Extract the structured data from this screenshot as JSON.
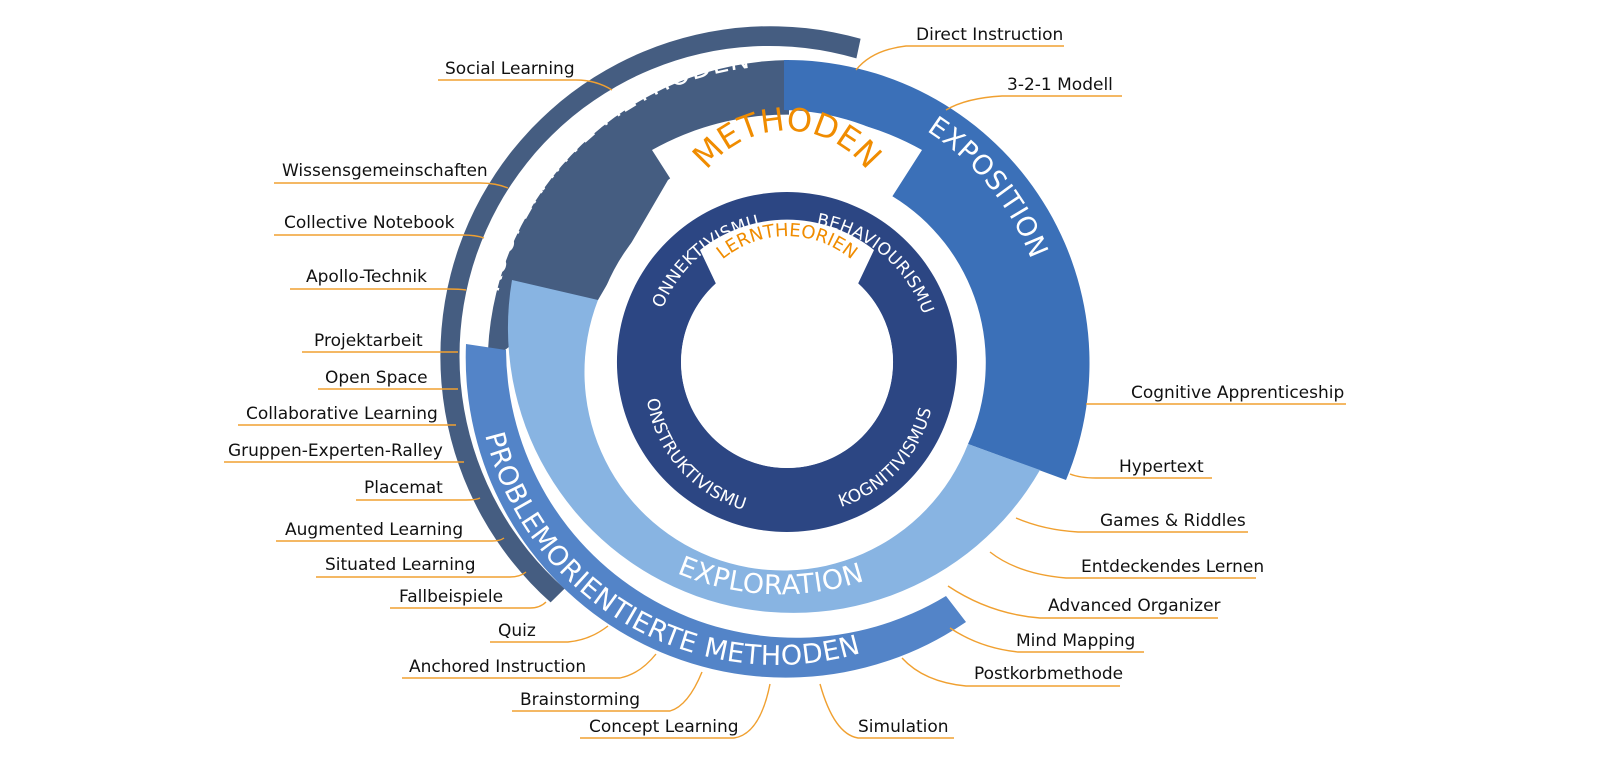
{
  "colors": {
    "kooperativ": "#455d81",
    "exposition": "#3b70b8",
    "problem": "#5384c8",
    "exploration": "#88b4e2",
    "theorien": "#2c4683",
    "accent": "#f08c00",
    "leader": "#f0a030"
  },
  "center": {
    "methoden_title": "METHODEN",
    "lerntheorien_title": "LERNTHEORIEN"
  },
  "theories": {
    "konnektivismus": "KONNEKTIVISMUS",
    "behaviourismus": "BEHAVIOURISMUS",
    "konstruktivismus": "KONSTRUKTIVISMUS",
    "kognitivismus": "KOGNITIVISMUS"
  },
  "segments": {
    "kooperativ": "KOOPERATIVE METHODEN",
    "exposition": "EXPOSITION",
    "exploration": "EXPLORATION",
    "problem": "PROBLEMORIENTIERTE METHODEN"
  },
  "methods_left": [
    "Social Learning",
    "Wissensgemeinschaften",
    "Collective Notebook",
    "Apollo-Technik",
    "Projektarbeit",
    "Open Space",
    "Collaborative Learning",
    "Gruppen-Experten-Ralley",
    "Placemat",
    "Augmented Learning",
    "Situated Learning",
    "Fallbeispiele",
    "Quiz",
    "Anchored Instruction",
    "Brainstorming",
    "Concept Learning"
  ],
  "methods_right": [
    "Direct Instruction",
    "3-2-1 Modell",
    "Cognitive Apprenticeship",
    "Hypertext",
    "Games & Riddles",
    "Entdeckendes Lernen",
    "Advanced Organizer",
    "Mind Mapping",
    "Postkorbmethode",
    "Simulation"
  ]
}
